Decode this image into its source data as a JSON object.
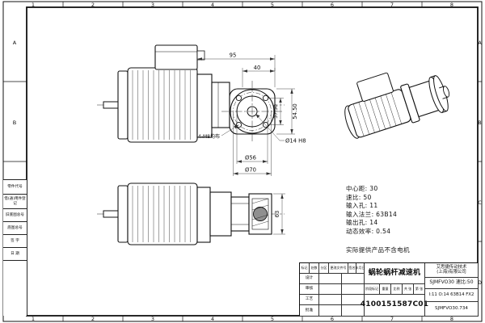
{
  "frame": {
    "top_cols": [
      "1",
      "2",
      "3",
      "4",
      "5",
      "6",
      "7",
      "8"
    ],
    "bottom_cols": [
      "1",
      "2",
      "3",
      "4",
      "5",
      "6",
      "7",
      "8"
    ],
    "left_rows": [
      "A",
      "B"
    ],
    "right_rows": [
      "A",
      "B",
      "C",
      "D"
    ]
  },
  "left_panel": {
    "rows": [
      "零件代号",
      "借(通)用件登记",
      "旧底图总号",
      "底图总号",
      "签 字",
      "日 期"
    ]
  },
  "dimensions": {
    "width_total": "95",
    "width_flange": "40",
    "height_flange": "54.50",
    "bolt_spacing": "37.50",
    "dia_spigot": "Ø56",
    "dia_bolt_circle": "Ø70",
    "bore": "Ø14 H8",
    "holes_note": "4-M8均布",
    "height_bottom": "63"
  },
  "specs": {
    "lines": [
      "中心距: 30",
      "速比: 50",
      "输入孔: 11",
      "输入法兰: 63B14",
      "输出孔: 14",
      "动态效率: 0.54"
    ],
    "note": "实际提供产品不含电机"
  },
  "title_block": {
    "product": "蜗轮蜗杆减速机",
    "company_line1": "艾思捷传动技术",
    "company_line2": "(上海)有限公司",
    "model": "SJMFVO30 速比:50",
    "spec_line": "I:11 O:14 63B14 FX2",
    "drawing_no": "4100151587C01",
    "code": "SJMFVO30.734",
    "rev_headers": [
      "标记",
      "处数",
      "分区",
      "更改文件号",
      "签名",
      "年月日"
    ],
    "roles": [
      "设计",
      "审核",
      "工艺",
      "批准"
    ],
    "stage_label": "阶段标记",
    "weight_label": "重量",
    "scale_label": "比例",
    "sheets_label": "共 张",
    "page_label": "第 张"
  }
}
